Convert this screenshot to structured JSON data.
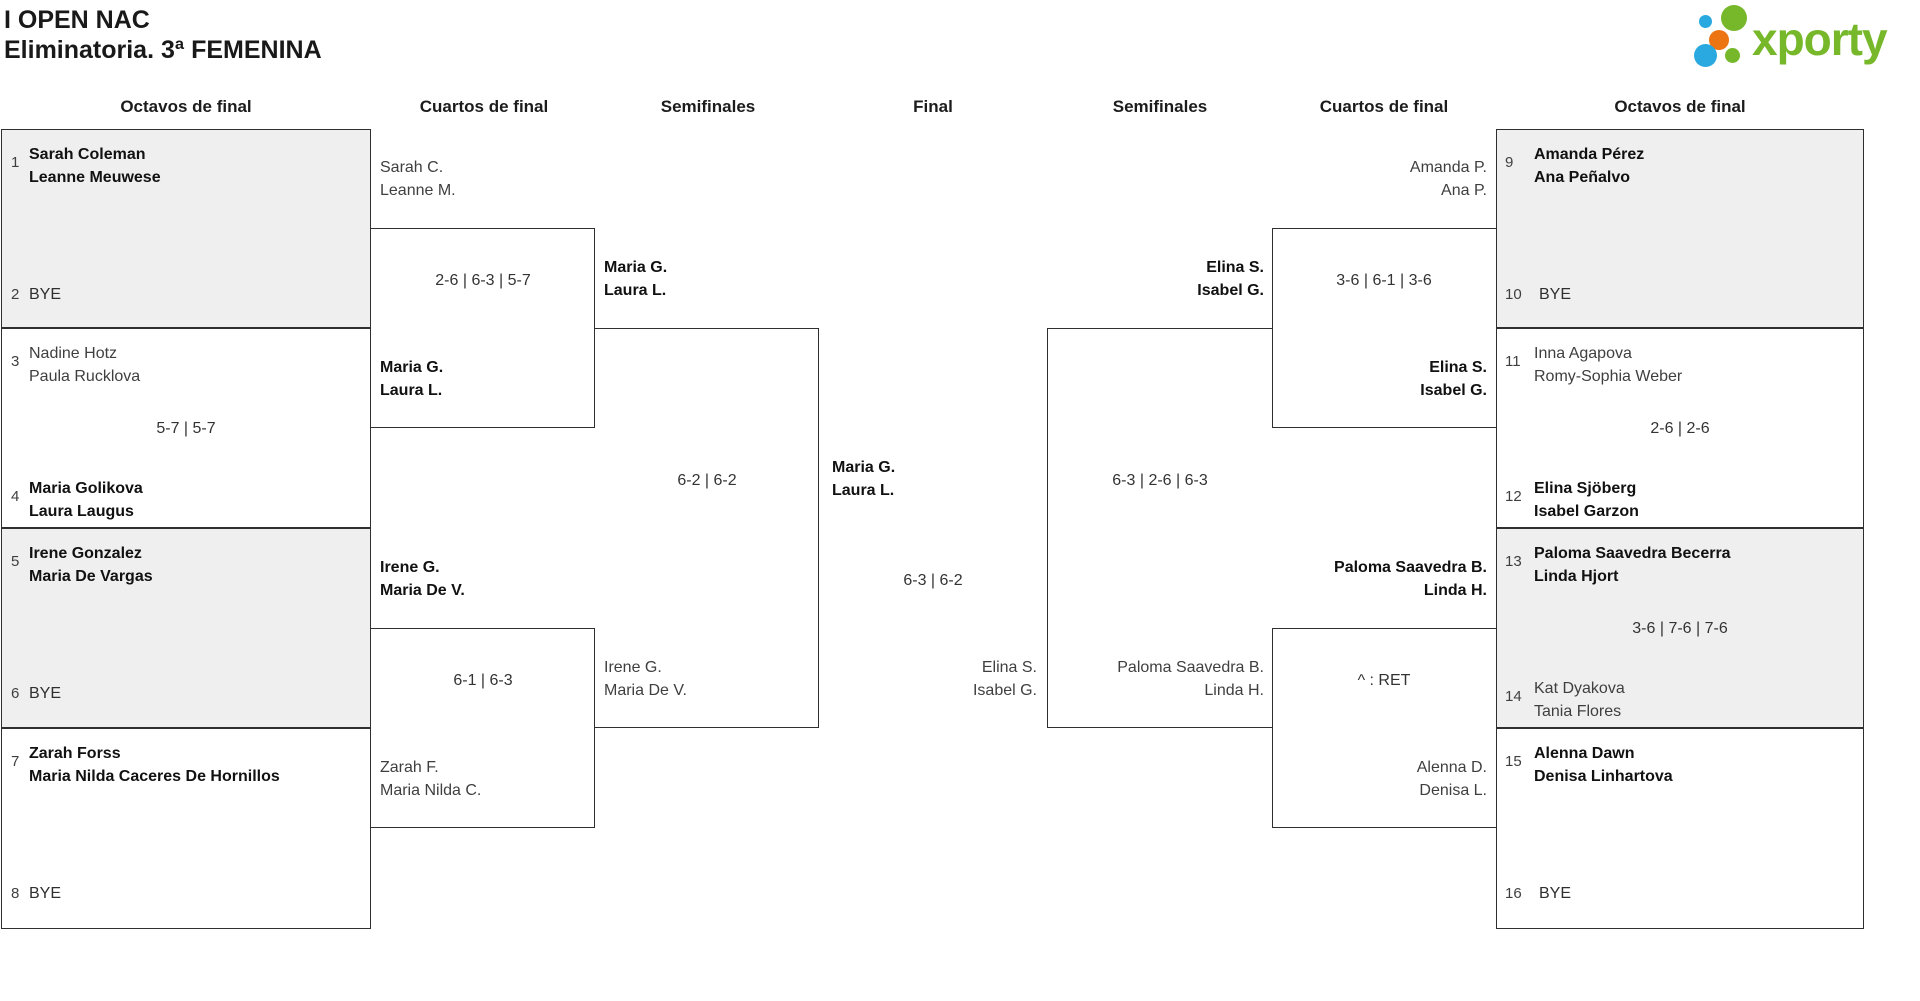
{
  "title": {
    "line1": "I OPEN NAC",
    "line2": "Eliminatoria. 3ª FEMENINA"
  },
  "logo": {
    "brand": "xporty"
  },
  "colors": {
    "shaded_box": "#efefef",
    "border": "#2f2f2f",
    "winner_text": "#111111",
    "loser_text": "#3f3f3f",
    "logo_green": "#76b82a",
    "logo_blue": "#29a9e0",
    "logo_orange": "#ec7412"
  },
  "round_headers": [
    "Octavos de final",
    "Cuartos de final",
    "Semifinales",
    "Final",
    "Semifinales",
    "Cuartos de final",
    "Octavos de final"
  ],
  "octavos_left": [
    {
      "team1": {
        "seed": "1",
        "line1": "Sarah Coleman",
        "line2": "Leanne Meuwese",
        "winner": true
      },
      "team2": {
        "seed": "2",
        "line1": "BYE",
        "winner": false
      }
    },
    {
      "team1": {
        "seed": "3",
        "line1": "Nadine Hotz",
        "line2": "Paula Rucklova",
        "winner": false
      },
      "score": "5-7 | 5-7",
      "team2": {
        "seed": "4",
        "line1": "Maria Golikova",
        "line2": "Laura Laugus",
        "winner": true
      }
    },
    {
      "team1": {
        "seed": "5",
        "line1": "Irene Gonzalez",
        "line2": "Maria De Vargas",
        "winner": true
      },
      "team2": {
        "seed": "6",
        "line1": "BYE",
        "winner": false
      }
    },
    {
      "team1": {
        "seed": "7",
        "line1": "Zarah Forss",
        "line2": "Maria Nilda Caceres De Hornillos",
        "winner": true
      },
      "team2": {
        "seed": "8",
        "line1": "BYE",
        "winner": false
      }
    }
  ],
  "octavos_right": [
    {
      "team1": {
        "seed": "9",
        "line1": "Amanda Pérez",
        "line2": "Ana Peñalvo",
        "winner": true
      },
      "team2": {
        "seed": "10",
        "line1": "BYE",
        "winner": false
      }
    },
    {
      "team1": {
        "seed": "11",
        "line1": "Inna Agapova",
        "line2": "Romy-Sophia Weber",
        "winner": false
      },
      "score": "2-6 | 2-6",
      "team2": {
        "seed": "12",
        "line1": "Elina Sjöberg",
        "line2": "Isabel Garzon",
        "winner": true
      }
    },
    {
      "team1": {
        "seed": "13",
        "line1": "Paloma Saavedra Becerra",
        "line2": "Linda Hjort",
        "winner": true
      },
      "score": "3-6 | 7-6 | 7-6",
      "team2": {
        "seed": "14",
        "line1": "Kat Dyakova",
        "line2": "Tania Flores",
        "winner": false
      }
    },
    {
      "team1": {
        "seed": "15",
        "line1": "Alenna Dawn",
        "line2": "Denisa Linhartova",
        "winner": true
      },
      "team2": {
        "seed": "16",
        "line1": "BYE",
        "winner": false
      }
    }
  ],
  "matches": {
    "quarter_left_1": {
      "team_a": {
        "line1": "Sarah C.",
        "line2": "Leanne M.",
        "winner": false
      },
      "score": "2-6 | 6-3 | 5-7",
      "team_b": {
        "line1": "Maria G.",
        "line2": "Laura L.",
        "winner": true
      }
    },
    "quarter_left_2": {
      "team_a": {
        "line1": "Irene G.",
        "line2": "Maria De V.",
        "winner": true
      },
      "score": "6-1 | 6-3",
      "team_b": {
        "line1": "Zarah F.",
        "line2": "Maria Nilda C.",
        "winner": false
      }
    },
    "semi_left": {
      "team_a": {
        "line1": "Maria G.",
        "line2": "Laura L.",
        "winner": true
      },
      "score": "6-2 | 6-2",
      "team_b": {
        "line1": "Irene G.",
        "line2": "Maria De V.",
        "winner": false
      }
    },
    "final": {
      "team_a": {
        "line1": "Maria G.",
        "line2": "Laura L.",
        "winner": true
      },
      "score": "6-3 | 6-2",
      "team_b": {
        "line1": "Elina S.",
        "line2": "Isabel G.",
        "winner": false
      }
    },
    "semi_right": {
      "team_a": {
        "line1": "Elina S.",
        "line2": "Isabel G.",
        "winner": true
      },
      "score": "6-3 | 2-6 | 6-3",
      "team_b": {
        "line1": "Paloma Saavedra B.",
        "line2": "Linda H.",
        "winner": false
      }
    },
    "quarter_right_1": {
      "team_a": {
        "line1": "Amanda P.",
        "line2": "Ana P.",
        "winner": false
      },
      "score": "3-6 | 6-1 | 3-6",
      "team_b": {
        "line1": "Elina S.",
        "line2": "Isabel G.",
        "winner": true
      }
    },
    "quarter_right_2": {
      "team_a": {
        "line1": "Paloma Saavedra B.",
        "line2": "Linda H.",
        "winner": true
      },
      "score": "^ : RET",
      "team_b": {
        "line1": "Alenna D.",
        "line2": "Denisa L.",
        "winner": false
      }
    }
  }
}
